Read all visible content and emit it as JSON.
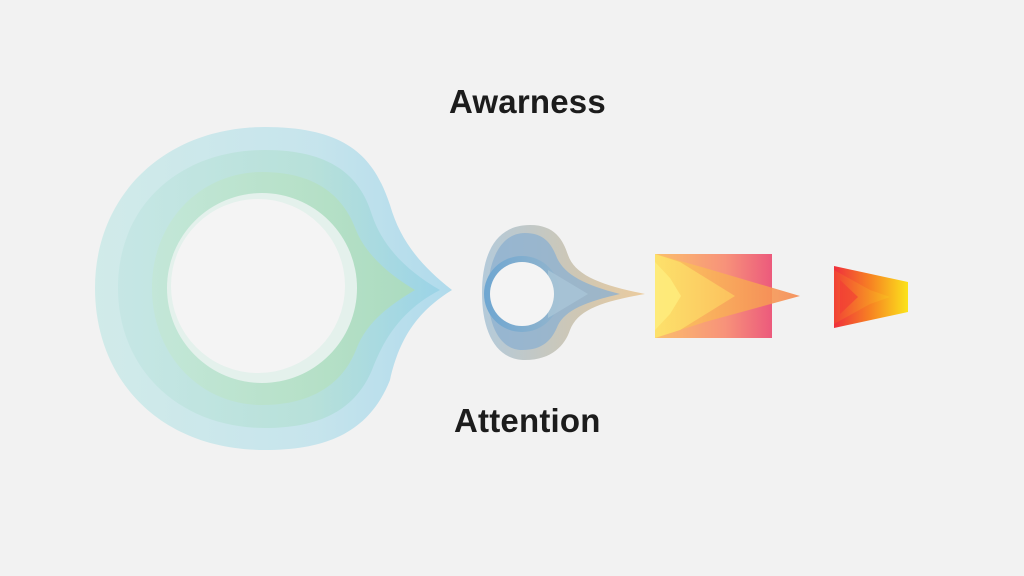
{
  "labels": {
    "top": "Awarness",
    "bottom": "Attention"
  },
  "stages": [
    {
      "name": "large-ring",
      "shape": "ring-with-point",
      "colors": [
        "#bfe3ea",
        "#a9d8ea",
        "#b7e2cf",
        "#8fcfe6"
      ]
    },
    {
      "name": "small-ring",
      "shape": "ring-with-point",
      "colors": [
        "#7fb0d4",
        "#5f9ccc",
        "#e8c493"
      ]
    },
    {
      "name": "chevron-rectangle",
      "shape": "rectangle-with-arrow",
      "colors": [
        "#fde26a",
        "#fbbf58",
        "#f59251",
        "#ec5a7a"
      ]
    },
    {
      "name": "small-trapezoid",
      "shape": "trapezoid-with-chevron",
      "colors": [
        "#ee2f3b",
        "#f7831f",
        "#fbe21a"
      ]
    }
  ],
  "colors": {
    "background": "#f2f2f2",
    "text": "#1c1c1c"
  }
}
